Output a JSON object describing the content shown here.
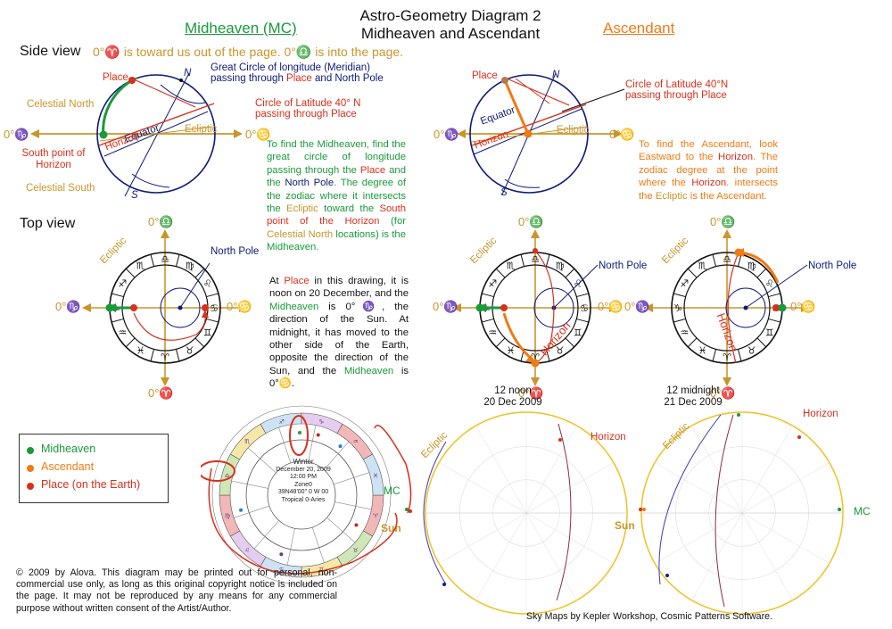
{
  "title": {
    "line1": "Astro-Geometry Diagram 2",
    "line2": "Midheaven and Ascendant"
  },
  "headings": {
    "mc": "Midheaven (MC)",
    "asc": "Ascendant"
  },
  "side_view": {
    "label": "Side view",
    "note_a": "0°♈ is toward us out of the page.",
    "note_b": "0°♎ is into the page."
  },
  "top_view": {
    "label": "Top view"
  },
  "labels": {
    "place": "Place",
    "n": "N",
    "s": "S",
    "equator": "Equator",
    "ecliptic": "Ecliptic",
    "horizon": "Horizon",
    "celestial_north": "Celestial North",
    "celestial_south": "Celestial South",
    "south_point": "South point of Horizon",
    "cap": "0°♑",
    "can": "0°♋",
    "ari": "0°♈",
    "lib": "0°♎",
    "north_pole": "North Pole",
    "mc": "MC",
    "sun": "Sun"
  },
  "callouts": {
    "meridian_a": "Great Circle of longitude (Meridian)",
    "meridian_b": "passing through ",
    "meridian_place": "Place",
    "meridian_and": " and ",
    "meridian_pole": "North Pole",
    "lat_a": "Circle of Latitude 40° N",
    "lat_b": "passing through Place",
    "lat2_a": "Circle of Latitude 40°N",
    "lat2_b": "passing through Place",
    "horizon_map": "Horizon"
  },
  "mc_text": {
    "p1": "To find the Midheaven, find the great circle of longitude passing through the ",
    "place": "Place",
    "p2": " and the ",
    "pole": "North Pole",
    "p3": ". The degree of the zodiac where it intersects the ",
    "ecl": "Ecliptic",
    "p4": " toward the ",
    "south": "South point of the Horizon",
    "p5": " (for ",
    "cn": "Celestial North",
    "p6": " locations) is the Midheaven."
  },
  "asc_text": {
    "p1": "To find the Ascendant, look Eastward to the ",
    "hz": "Horizon",
    "p2": ". The zodiac degree at the point where the ",
    "hz2": "Horizon",
    "p3": ". intersects the ",
    "ecl": "Ecliptic",
    "p4": " is the Ascendant."
  },
  "noon_text": {
    "p1": "At ",
    "place": "Place",
    "p2": " in this drawing, it is noon on 20 December, and the ",
    "mc": "Midheaven",
    "p3": " is 0°♑, the direction of the Sun. At midnight, it has moved to the other side of the Earth, opposite the direction of the Sun, and the ",
    "mc2": "Midheaven",
    "p4": " is 0°♋."
  },
  "captions": {
    "noon_a": "12 noon",
    "noon_b": "20 Dec 2009",
    "midnight_a": "12 midnight",
    "midnight_b": "21 Dec 2009"
  },
  "legend": [
    {
      "label": "Midheaven",
      "color": "#1a9a3a"
    },
    {
      "label": "Ascendant",
      "color": "#f07a14"
    },
    {
      "label": "Place (on the Earth)",
      "color": "#d8301c"
    }
  ],
  "chart_wheel": {
    "l1": "Winter",
    "l2": "December 20, 2009",
    "l3": "12:00 PM",
    "l4": "Zone0",
    "l5": "39N48'00\"   0 W 00",
    "l6": "Tropical 0-Aries"
  },
  "zodiac_glyphs": [
    "♈",
    "♉",
    "♊",
    "♋",
    "♌",
    "♍",
    "♎",
    "♏",
    "♐",
    "♑",
    "♒",
    "♓"
  ],
  "copyright": "© 2009 by Alova. This diagram may be printed out for personal, non-commercial use only, as long as this original copyright notice is included on the page. It may not be reproduced by any means for any commercial purpose without written consent of the Artist/Author.",
  "credit": "Sky Maps by Kepler Workshop, Cosmic Patterns Software.",
  "colors": {
    "green": "#1a9a3a",
    "orange": "#f07a14",
    "red": "#d8301c",
    "navy": "#0d1a7a",
    "gold": "#c9952a",
    "purple": "#6a3a8a"
  }
}
